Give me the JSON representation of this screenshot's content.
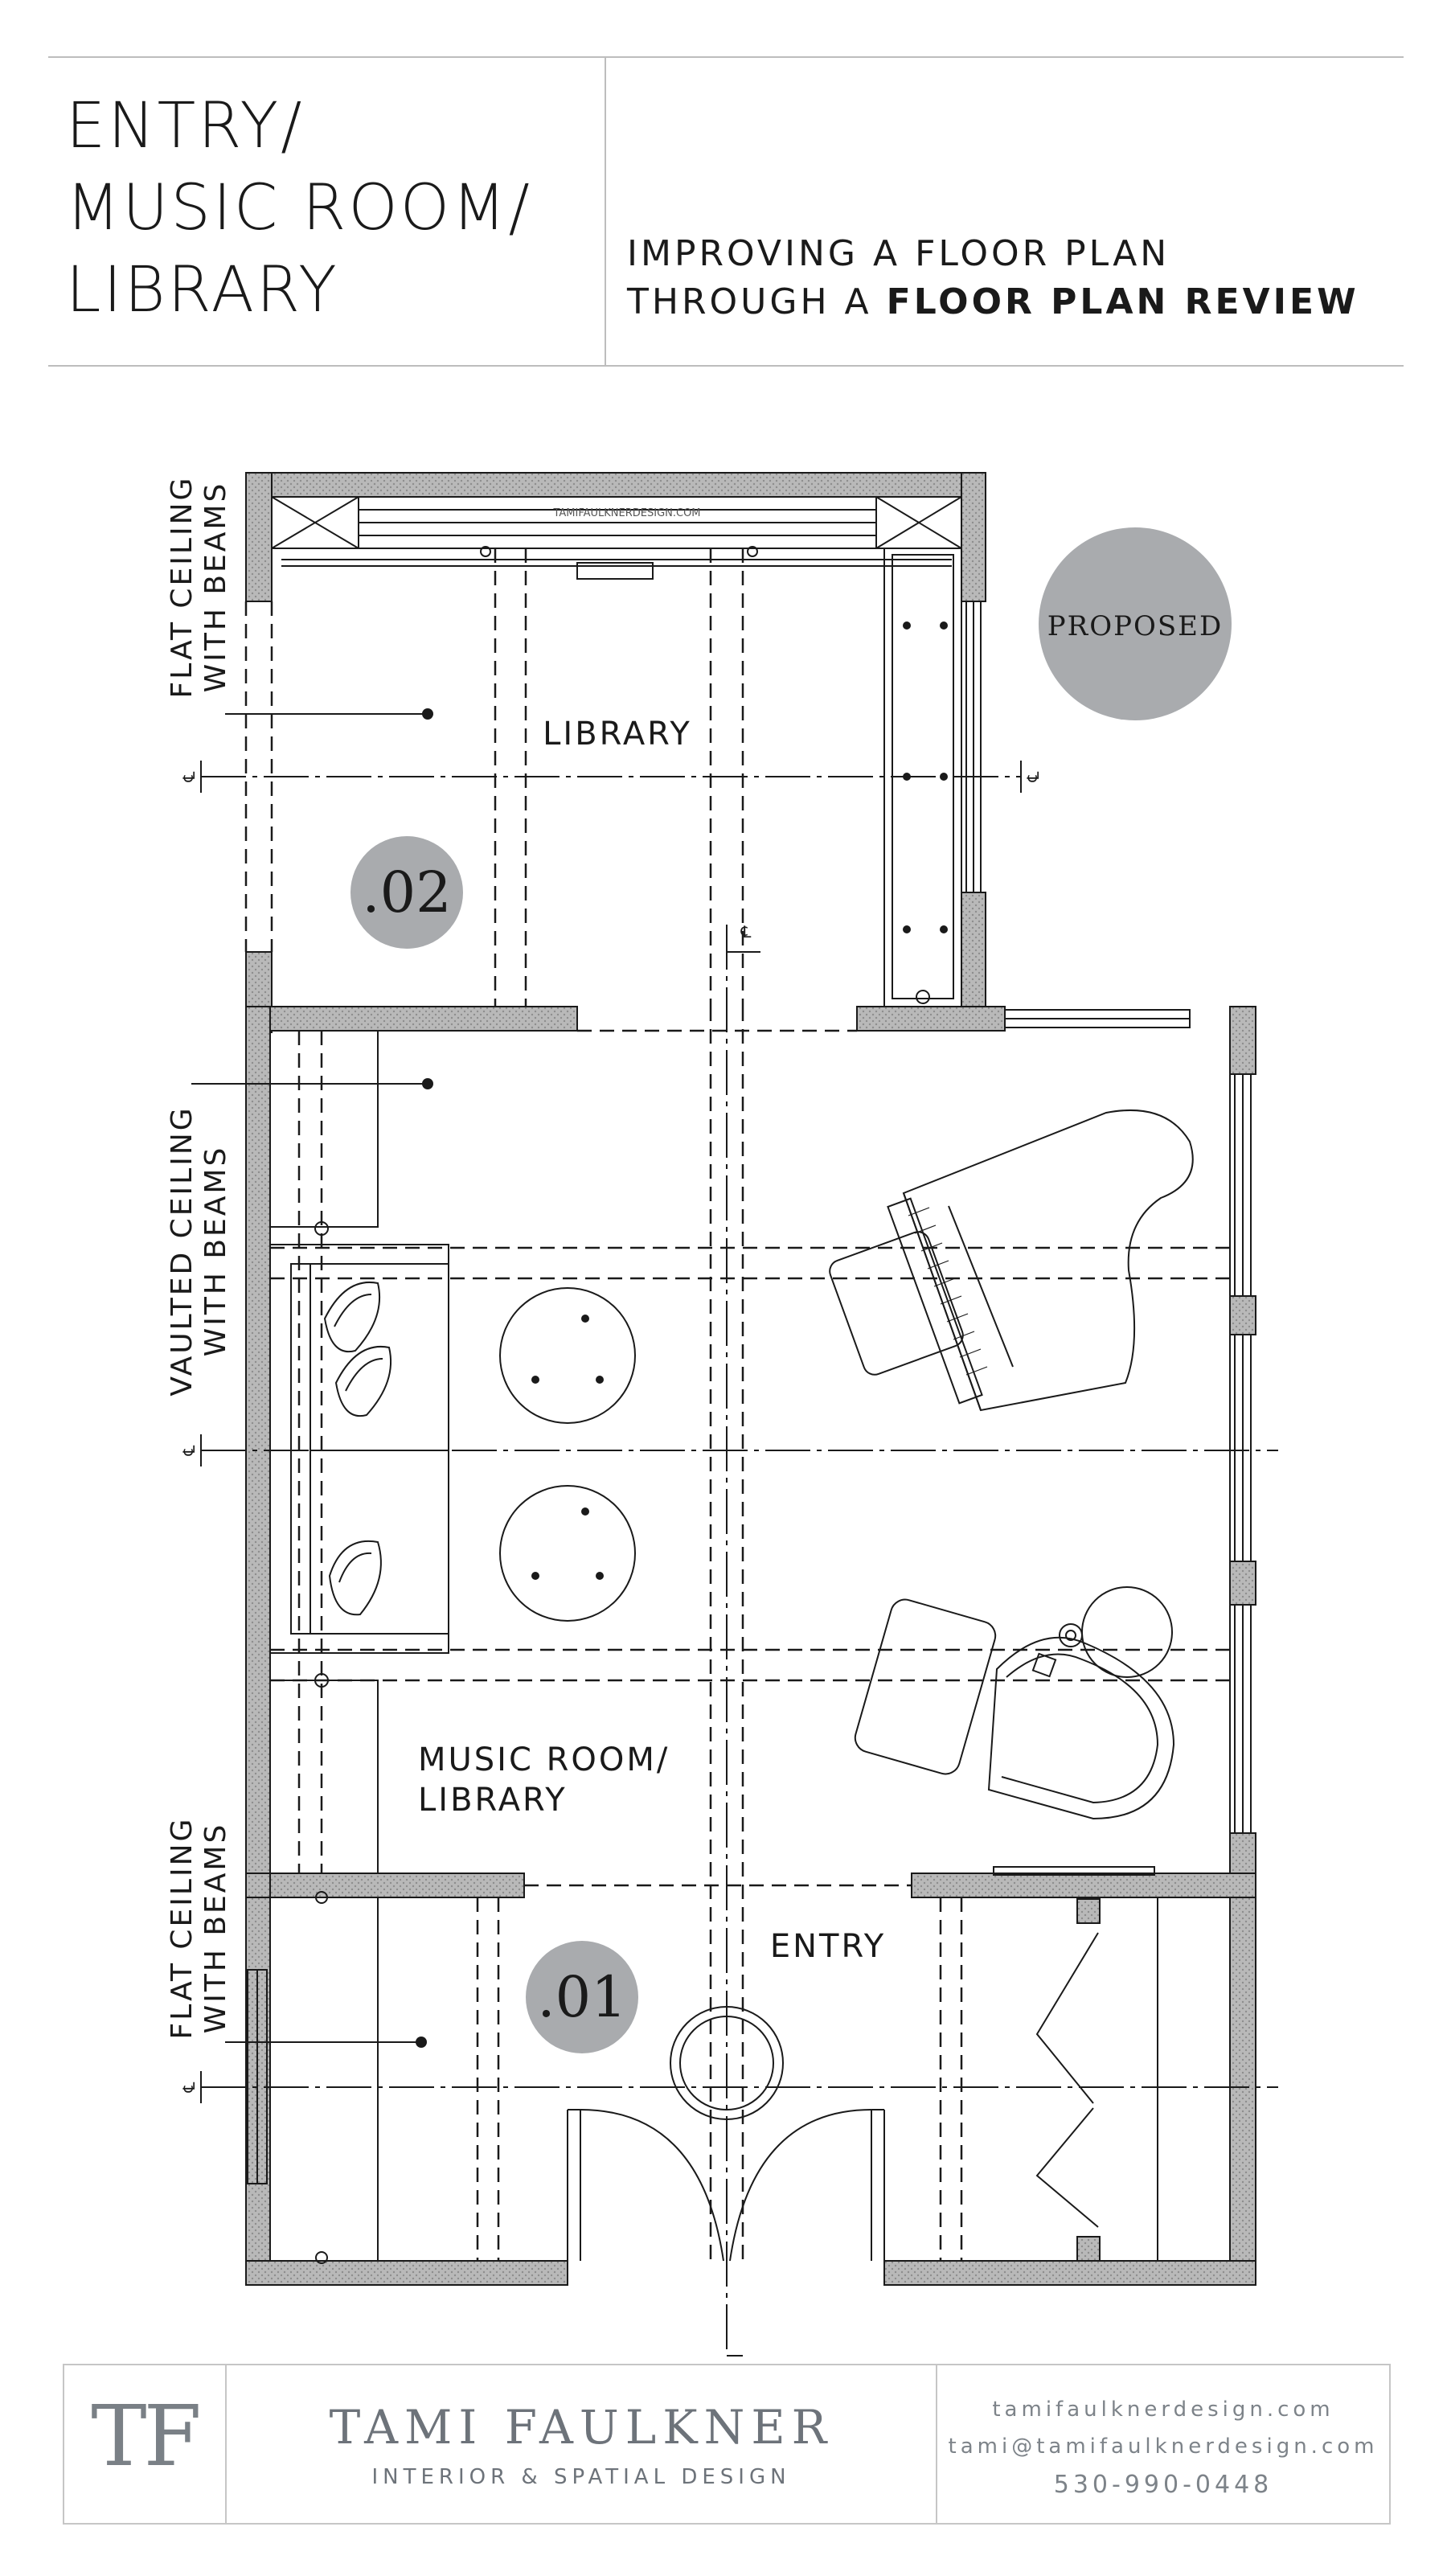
{
  "header": {
    "title_lines": [
      "ENTRY/",
      "MUSIC ROOM/",
      "LIBRARY"
    ],
    "subtitle_line1": "IMPROVING A FLOOR PLAN",
    "subtitle_line2_prefix": "THROUGH A ",
    "subtitle_line2_bold": "FLOOR PLAN REVIEW"
  },
  "plan": {
    "watermark": "TAMIFAULKNERDESIGN.COM",
    "badge_proposed": "PROPOSED",
    "marker_02": ".02",
    "marker_01": ".01",
    "room_library": "LIBRARY",
    "room_music_line1": "MUSIC ROOM/",
    "room_music_line2": "LIBRARY",
    "room_entry": "ENTRY",
    "ceiling_flat_top_line1": "FLAT CEILING",
    "ceiling_flat_top_line2": "WITH BEAMS",
    "ceiling_vaulted_line1": "VAULTED CEILING",
    "ceiling_vaulted_line2": "WITH BEAMS",
    "ceiling_flat_bottom_line1": "FLAT CEILING",
    "ceiling_flat_bottom_line2": "WITH BEAMS",
    "centerline_mark": "℄",
    "colors": {
      "wall": "#b7b7b7",
      "badge": "#a9abae",
      "line": "#1a1a1a"
    }
  },
  "footer": {
    "monogram": "TF",
    "brand": "TAMI FAULKNER",
    "brand_sub": "INTERIOR & SPATIAL DESIGN",
    "website": "tamifaulknerdesign.com",
    "email": "tami@tamifaulknerdesign.com",
    "phone": "530-990-0448"
  }
}
